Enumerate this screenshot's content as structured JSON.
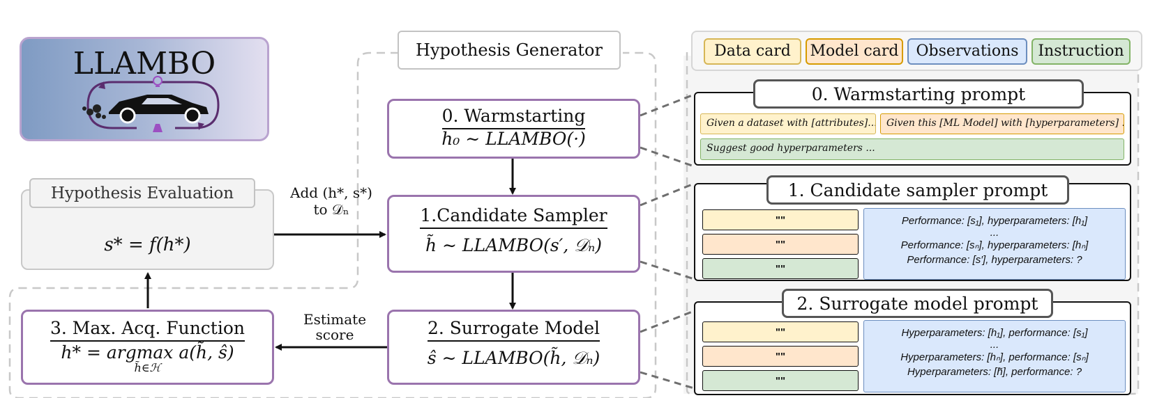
{
  "logo": {
    "title": "LLAMBO",
    "icon": "race-car-icon"
  },
  "hypothesis_generator": {
    "label": "Hypothesis Generator"
  },
  "hypothesis_evaluation": {
    "label": "Hypothesis Evaluation",
    "formula": "s* = f(h*)"
  },
  "steps": {
    "warmstarting": {
      "title": "0. Warmstarting",
      "formula": "h₀ ∼ LLAMBO(·)"
    },
    "candidate_sampler": {
      "title": "1.Candidate Sampler",
      "formula": "h̃ ∼ LLAMBO(s′, 𝒟ₙ)"
    },
    "surrogate_model": {
      "title": "2. Surrogate Model",
      "formula": "ŝ ∼ LLAMBO(h̃, 𝒟ₙ)"
    },
    "max_acq": {
      "title": "3. Max. Acq. Function",
      "formula": "h* = argmax a(h̃, ŝ)",
      "subscript": "h̃∈ℋ"
    }
  },
  "edge_labels": {
    "add_line1": "Add (h*, s*)",
    "add_line2": "to 𝒟ₙ",
    "estimate_line1": "Estimate",
    "estimate_line2": "score"
  },
  "legend": [
    "Data card",
    "Model card",
    "Observations",
    "Instruction"
  ],
  "prompts": {
    "warmstarting": {
      "title": "0. Warmstarting prompt",
      "data_card": "Given a dataset with [attributes]...",
      "model_card": "Given this [ML Model] with [hyperparameters] ...",
      "instruction": "Suggest good hyperparameters ..."
    },
    "candidate": {
      "title": "1. Candidate sampler prompt",
      "placeholder": "\"\"",
      "obs": [
        "Performance: [s₁], hyperparameters: [h₁]",
        "...",
        "Performance: [sₙ], hyperparameters: [hₙ]",
        "Performance: [s′], hyperparameters: ?"
      ]
    },
    "surrogate": {
      "title": "2. Surrogate model prompt",
      "placeholder": "\"\"",
      "obs": [
        "Hyperparameters: [h₁], performance: [s₁]",
        "...",
        "Hyperparameters: [hₙ], performance: [sₙ]",
        "Hyperparameters: [h̃], performance: ?"
      ]
    }
  },
  "colors": {
    "purple_border": "#9a74ad",
    "data_card": "#fff2cc",
    "model_card": "#ffe6cc",
    "observations": "#dae8fc",
    "instruction": "#d5e8d4"
  }
}
